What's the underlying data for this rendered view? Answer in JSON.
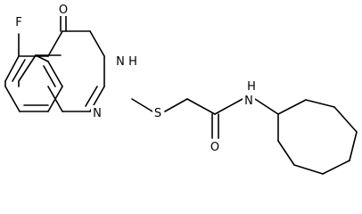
{
  "atoms": {
    "fluorine": "F",
    "carbonyl_oxygen_ring": "O",
    "ring_nh": "H",
    "ring_n_top": "N",
    "ring_n_bottom": "N",
    "sulfur": "S",
    "amide_nh": "H",
    "amide_n": "N",
    "amide_oxygen": "O"
  }
}
